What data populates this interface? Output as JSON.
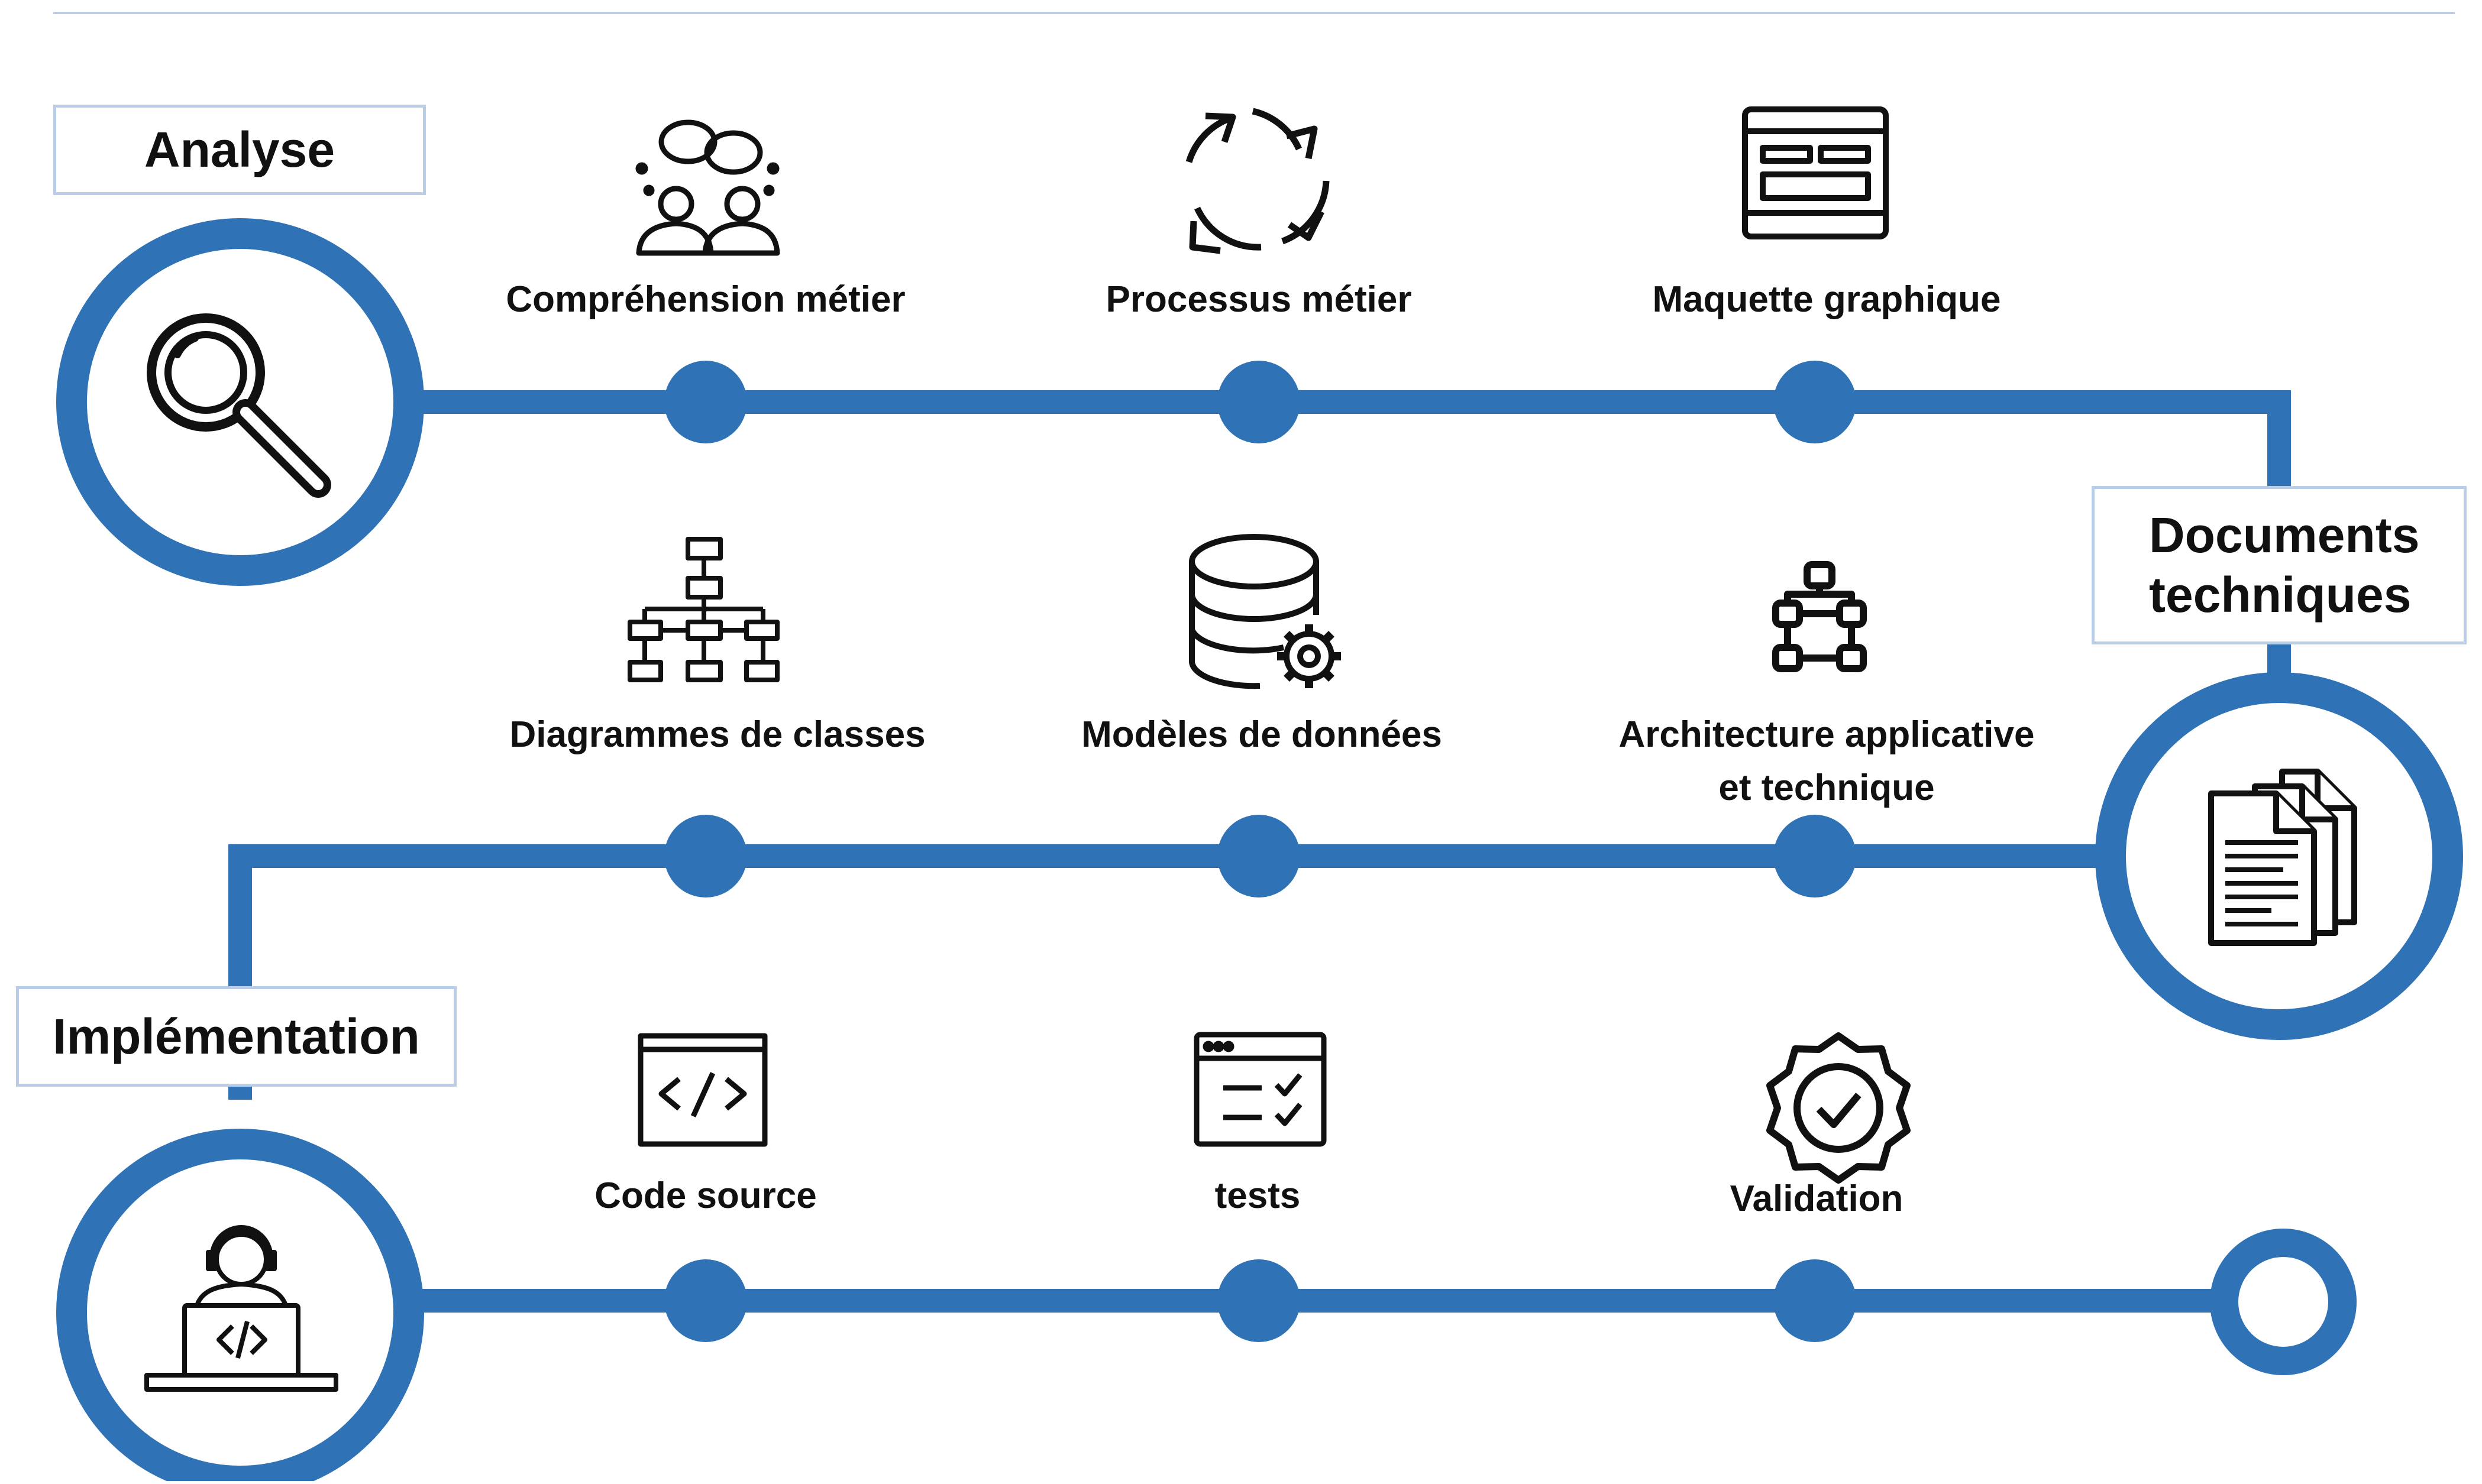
{
  "accent_color": "#2f72b5",
  "phases": {
    "analyse": {
      "label": "Analyse",
      "icon": "magnifier-icon"
    },
    "documents": {
      "label": "Documents techniques",
      "icon": "documents-icon"
    },
    "implementation": {
      "label": "Implémentation",
      "icon": "developer-laptop-icon"
    }
  },
  "row1": {
    "steps": [
      {
        "label": "Compréhension métier",
        "icon": "discussion-people-icon"
      },
      {
        "label": "Processus métier",
        "icon": "cycle-arrows-icon"
      },
      {
        "label": "Maquette graphique",
        "icon": "wireframe-icon"
      }
    ]
  },
  "row2": {
    "steps": [
      {
        "label": "Diagrammes de classes",
        "icon": "hierarchy-icon"
      },
      {
        "label": "Modèles de données",
        "icon": "database-gear-icon"
      },
      {
        "label": "Architecture applicative et technique",
        "icon": "architecture-nodes-icon"
      }
    ]
  },
  "row3": {
    "steps": [
      {
        "label": "Code source",
        "icon": "code-window-icon"
      },
      {
        "label": "tests",
        "icon": "checklist-window-icon"
      },
      {
        "label": "Validation",
        "icon": "badge-check-icon"
      }
    ]
  }
}
